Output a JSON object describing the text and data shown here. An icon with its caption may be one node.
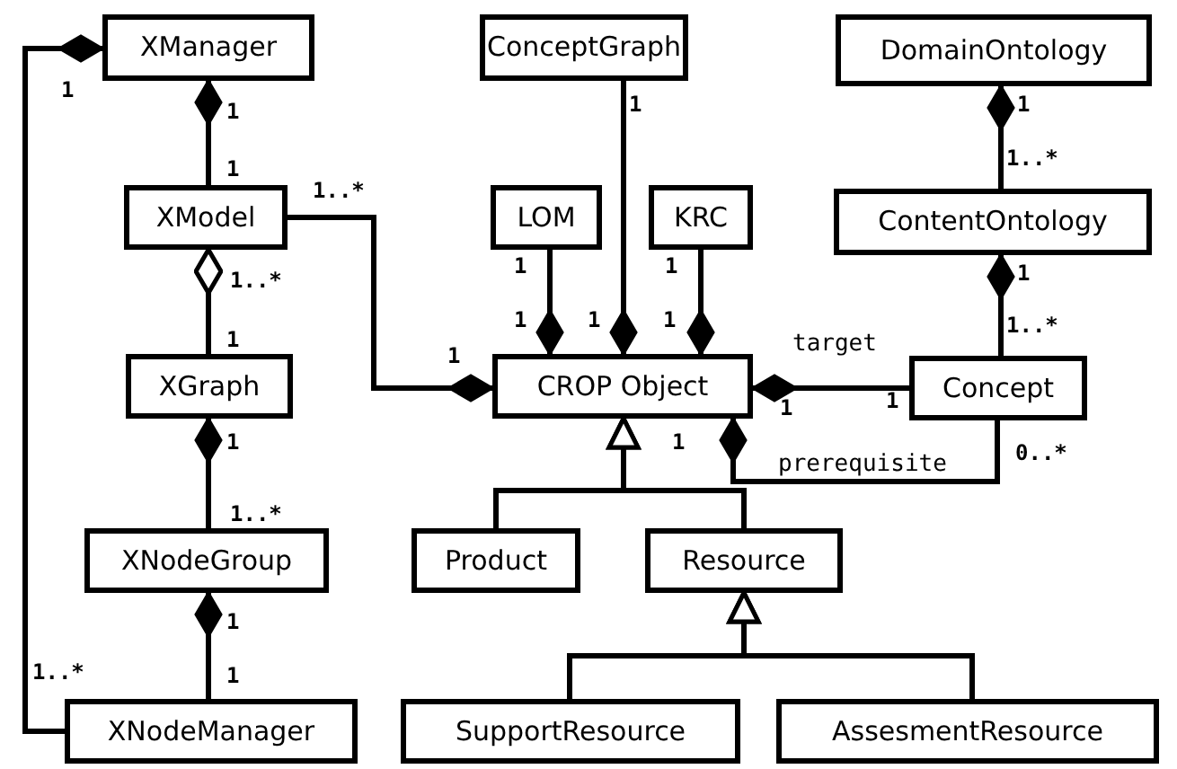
{
  "diagram": {
    "nodes": [
      {
        "text": [
          "XManager"
        ]
      },
      {
        "text": [
          "ConceptGraph"
        ]
      },
      {
        "text": [
          "DomainOntology"
        ]
      },
      {
        "text": [
          "XModel"
        ]
      },
      {
        "text": [
          "LOM"
        ]
      },
      {
        "text": [
          "KRC"
        ]
      },
      {
        "text": [
          "ContentOntology"
        ]
      },
      {
        "text": [
          "XGraph"
        ]
      },
      {
        "text": [
          "CROP Object"
        ]
      },
      {
        "text": [
          "Concept"
        ]
      },
      {
        "text": [
          "XNodeGroup"
        ]
      },
      {
        "text": [
          "Product"
        ]
      },
      {
        "text": [
          "Resource"
        ]
      },
      {
        "text": [
          "XNodeManager"
        ]
      },
      {
        "text": [
          "SupportResource"
        ]
      },
      {
        "text": [
          "AssesmentResource"
        ]
      }
    ],
    "edges": [
      {
        "from": 0,
        "to": 3,
        "arrow": "other"
      },
      {
        "from": 0,
        "to": 13,
        "arrow": "other"
      },
      {
        "from": 3,
        "to": 7,
        "arrow": "other"
      },
      {
        "from": 7,
        "to": 10,
        "arrow": "other"
      },
      {
        "from": 10,
        "to": 13,
        "arrow": "other"
      },
      {
        "from": 8,
        "to": 3,
        "arrow": "other"
      },
      {
        "from": 8,
        "to": 4,
        "arrow": "other"
      },
      {
        "from": 8,
        "to": 1,
        "arrow": "other"
      },
      {
        "from": 8,
        "to": 5,
        "arrow": "other"
      },
      {
        "from": 2,
        "to": 6,
        "arrow": "other"
      },
      {
        "from": 6,
        "to": 9,
        "arrow": "other"
      },
      {
        "from": 8,
        "to": 9,
        "arrow": "other",
        "label": "target"
      },
      {
        "from": 8,
        "to": 9,
        "arrow": "other",
        "label": "prerequisite"
      },
      {
        "from": 11,
        "to": 8,
        "arrow": "to"
      },
      {
        "from": 12,
        "to": 8,
        "arrow": "to"
      },
      {
        "from": 14,
        "to": 12,
        "arrow": "to"
      },
      {
        "from": 15,
        "to": 12,
        "arrow": "to"
      }
    ],
    "labels": [
      "1",
      "1",
      "1",
      "1",
      "1",
      "1..*",
      "1..*",
      "1..*",
      "1",
      "1",
      "1",
      "1",
      "1",
      "1",
      "1",
      "1",
      "1..*",
      "1",
      "1",
      "1",
      "1",
      "0..*",
      "1..*",
      "1",
      "1..*",
      "1"
    ]
  }
}
